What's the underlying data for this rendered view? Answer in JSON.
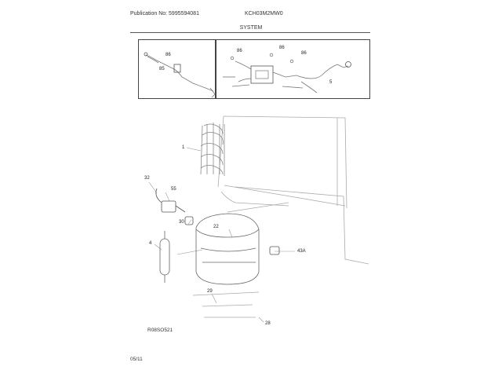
{
  "header": {
    "publication": "Publication No: 5995594081",
    "model": "KCH03M2MW0",
    "section": "SYSTEM"
  },
  "part_labels": [
    "86",
    "85",
    "86",
    "86",
    "86",
    "5",
    "1",
    "32",
    "55",
    "30",
    "22",
    "4",
    "43A",
    "29",
    "28"
  ],
  "drawing_code": "R08SO521",
  "footer": {
    "date": "05/11"
  }
}
